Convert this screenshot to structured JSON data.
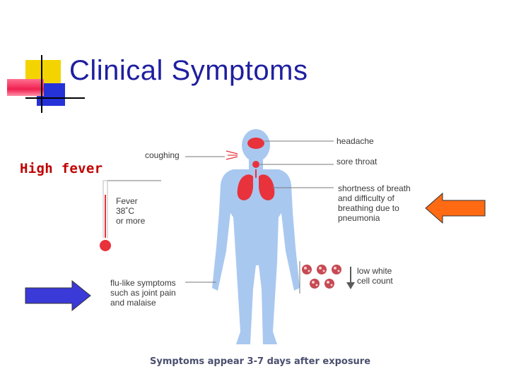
{
  "slide": {
    "title": "Clinical Symptoms",
    "high_fever_heading": "High fever"
  },
  "diagram": {
    "labels": {
      "headache": "headache",
      "coughing": "coughing",
      "sore_throat": "sore throat",
      "shortness": [
        "shortness of breath",
        "and difficulty of",
        "breathing due to",
        "pneumonia"
      ],
      "fever": [
        "Fever",
        "38˚C",
        "or more"
      ],
      "low_wbc": [
        "low white",
        "cell count"
      ],
      "flu_like": [
        "flu-like symptoms",
        "such as joint pain",
        "and malaise"
      ]
    },
    "caption": "Symptoms appear 3-7 days after exposure"
  },
  "colors": {
    "title": "#1f1fa0",
    "high_fever": "#c00000",
    "body": "#a9c8f0",
    "organ_red": "#e8323c",
    "orange_arrow": "#ff6a13",
    "blue_arrow": "#3a3ad8"
  },
  "icons": {
    "orange_arrow": "left-arrow-icon",
    "blue_arrow": "right-arrow-icon",
    "thermometer": "thermometer-icon",
    "down_arrow": "down-arrow-icon"
  }
}
